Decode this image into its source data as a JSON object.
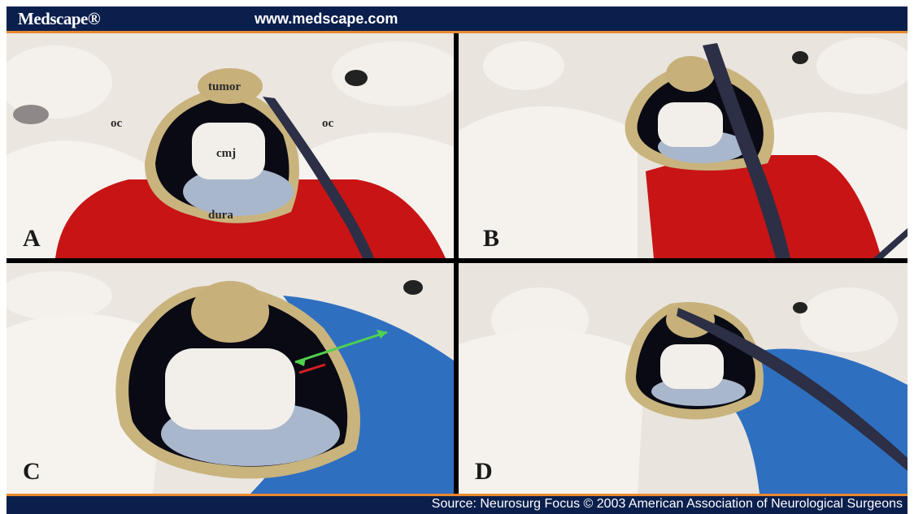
{
  "header": {
    "logo": "Medscape®",
    "url": "www.medscape.com"
  },
  "panels": [
    {
      "letter": "A",
      "annotations": {
        "tumor": "tumor",
        "oc_left": "oc",
        "oc_right": "oc",
        "cmj": "cmj",
        "dura": "dura"
      }
    },
    {
      "letter": "B"
    },
    {
      "letter": "C"
    },
    {
      "letter": "D"
    }
  ],
  "footer": {
    "source": "Source: Neurosurg Focus © 2003 American Association of Neurological Surgeons"
  },
  "colors": {
    "frame": "#0b1f4d",
    "accent": "#e8892f",
    "red_region": "#c81414",
    "blue_region": "#2f6fc0"
  }
}
